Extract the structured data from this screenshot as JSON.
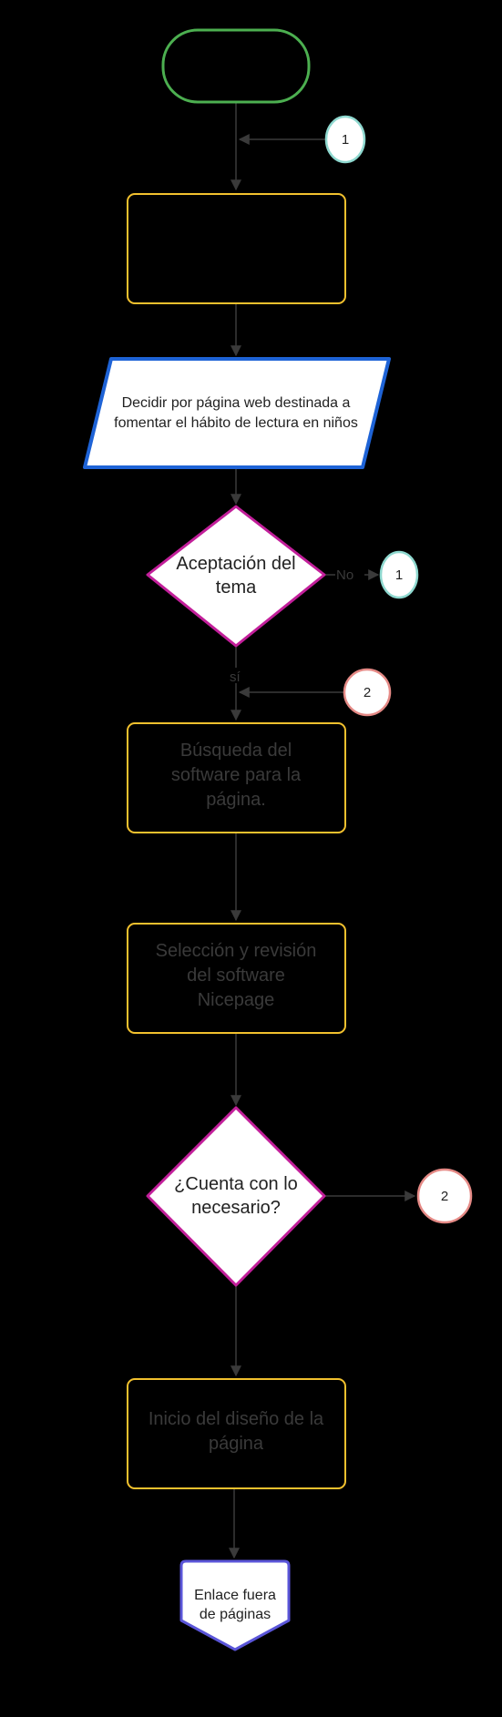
{
  "colors": {
    "background": "#000000",
    "connector": "#3a3a3a",
    "terminator_border": "#4caf50",
    "process_border": "#f2c12e",
    "io_border": "#1e63d6",
    "decision_border": "#c21f9a",
    "offpage_border": "#5a55d8",
    "connector_circle_teal": "#8ed8cf",
    "connector_circle_red": "#e58a86"
  },
  "nodes": {
    "start_text": "",
    "empty_process_text": "",
    "input_text_line1": "Decidir por página web destinada a",
    "input_text_line2": "fomentar el hábito de lectura en niños",
    "decision1_line1": "Aceptación del",
    "decision1_line2": "tema",
    "search_line1": "Búsqueda del",
    "search_line2": "software para la",
    "search_line3": "página.",
    "selection_line1": "Selección y revisión",
    "selection_line2": "del software",
    "selection_line3": "Nicepage",
    "decision2_line1": "¿Cuenta con lo",
    "decision2_line2": "necesario?",
    "design_line1": "Inicio del diseño de la",
    "design_line2": "página",
    "offpage_line1": "Enlace fuera",
    "offpage_line2": "de páginas"
  },
  "connectors": {
    "c1_top": "1",
    "c1_no": "1",
    "c2_top": "2",
    "c2_right": "2"
  },
  "edge_labels": {
    "no": "No",
    "si": "sí"
  }
}
